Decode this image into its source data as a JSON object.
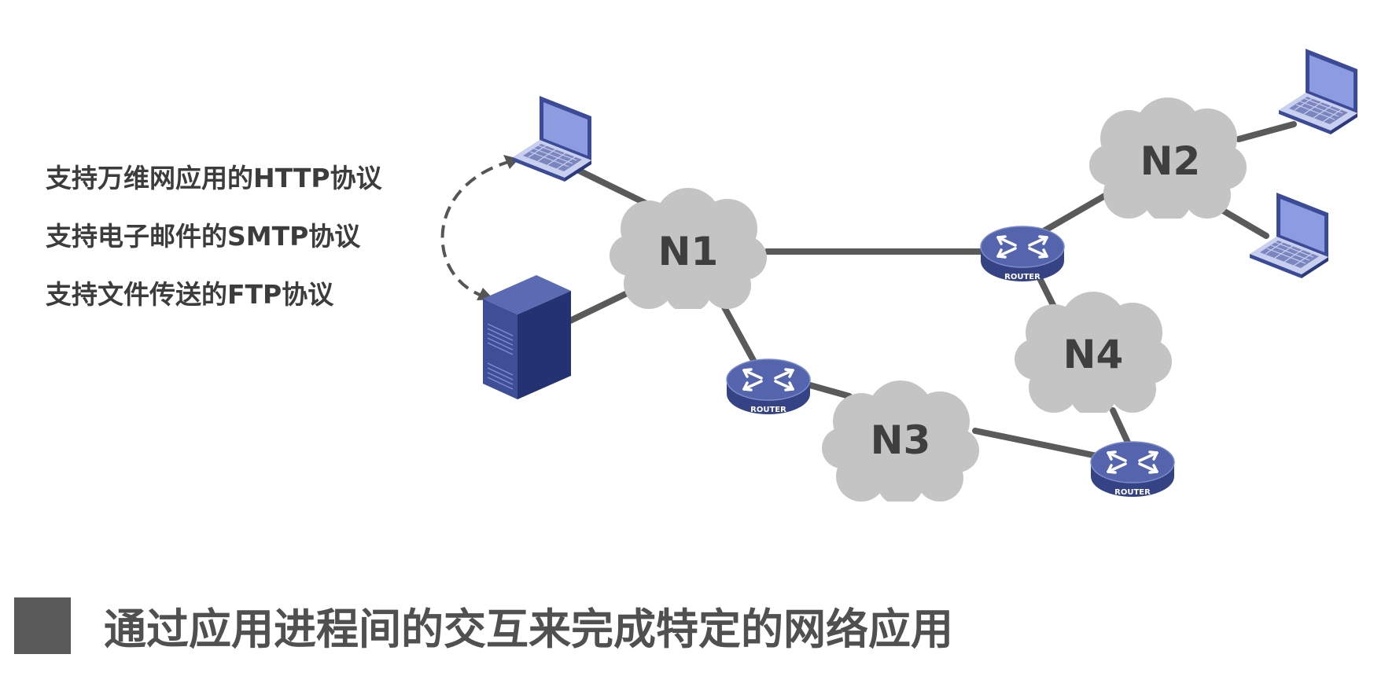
{
  "protocols": [
    "支持万维网应用的HTTP协议",
    "支持电子邮件的SMTP协议",
    "支持文件传送的FTP协议"
  ],
  "networks": {
    "n1": "N1",
    "n2": "N2",
    "n3": "N3",
    "n4": "N4"
  },
  "router_label": "ROUTER",
  "caption": "通过应用进程间的交互来完成特定的网络应用",
  "colors": {
    "cloud": "#c4c4c4",
    "link": "#5a5a5a",
    "device_blue": "#4d5ea8",
    "caption_square": "#595959"
  },
  "icons": {
    "laptop": "laptop-icon",
    "server": "server-icon",
    "router": "router-icon",
    "cloud": "cloud-icon"
  }
}
